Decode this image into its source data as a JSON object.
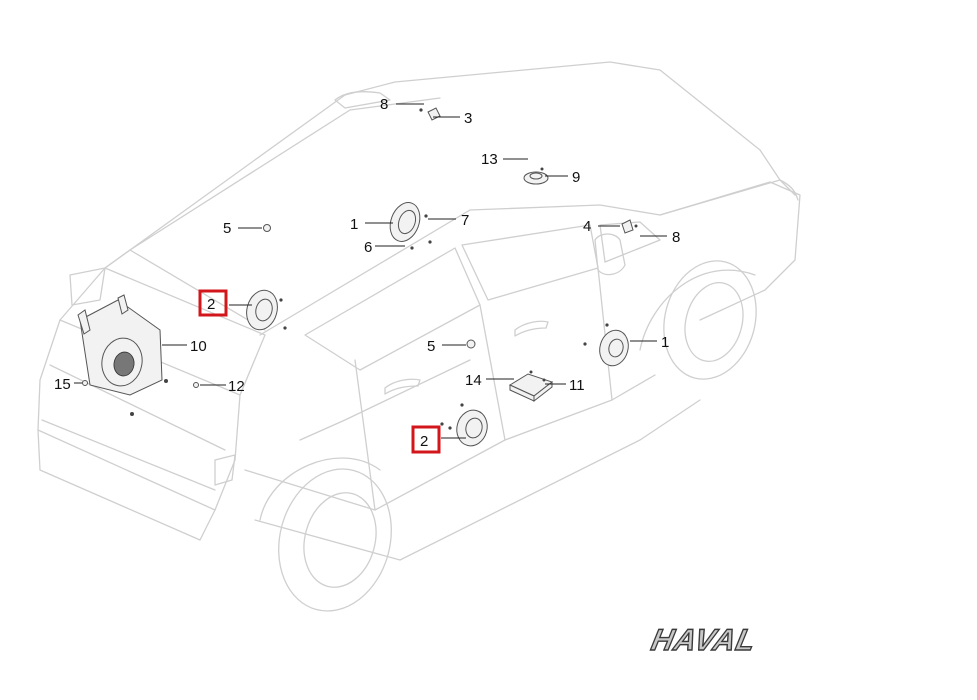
{
  "callouts": {
    "c1a": "1",
    "c1b": "1",
    "c2a": "2",
    "c2b": "2",
    "c3": "3",
    "c4": "4",
    "c5a": "5",
    "c5b": "5",
    "c6": "6",
    "c7": "7",
    "c8a": "8",
    "c8b": "8",
    "c9": "9",
    "c10": "10",
    "c11": "11",
    "c12": "12",
    "c13": "13",
    "c14": "14",
    "c15": "15"
  },
  "highlight_color": "#d3161b",
  "brand_logo": "HAVAL"
}
